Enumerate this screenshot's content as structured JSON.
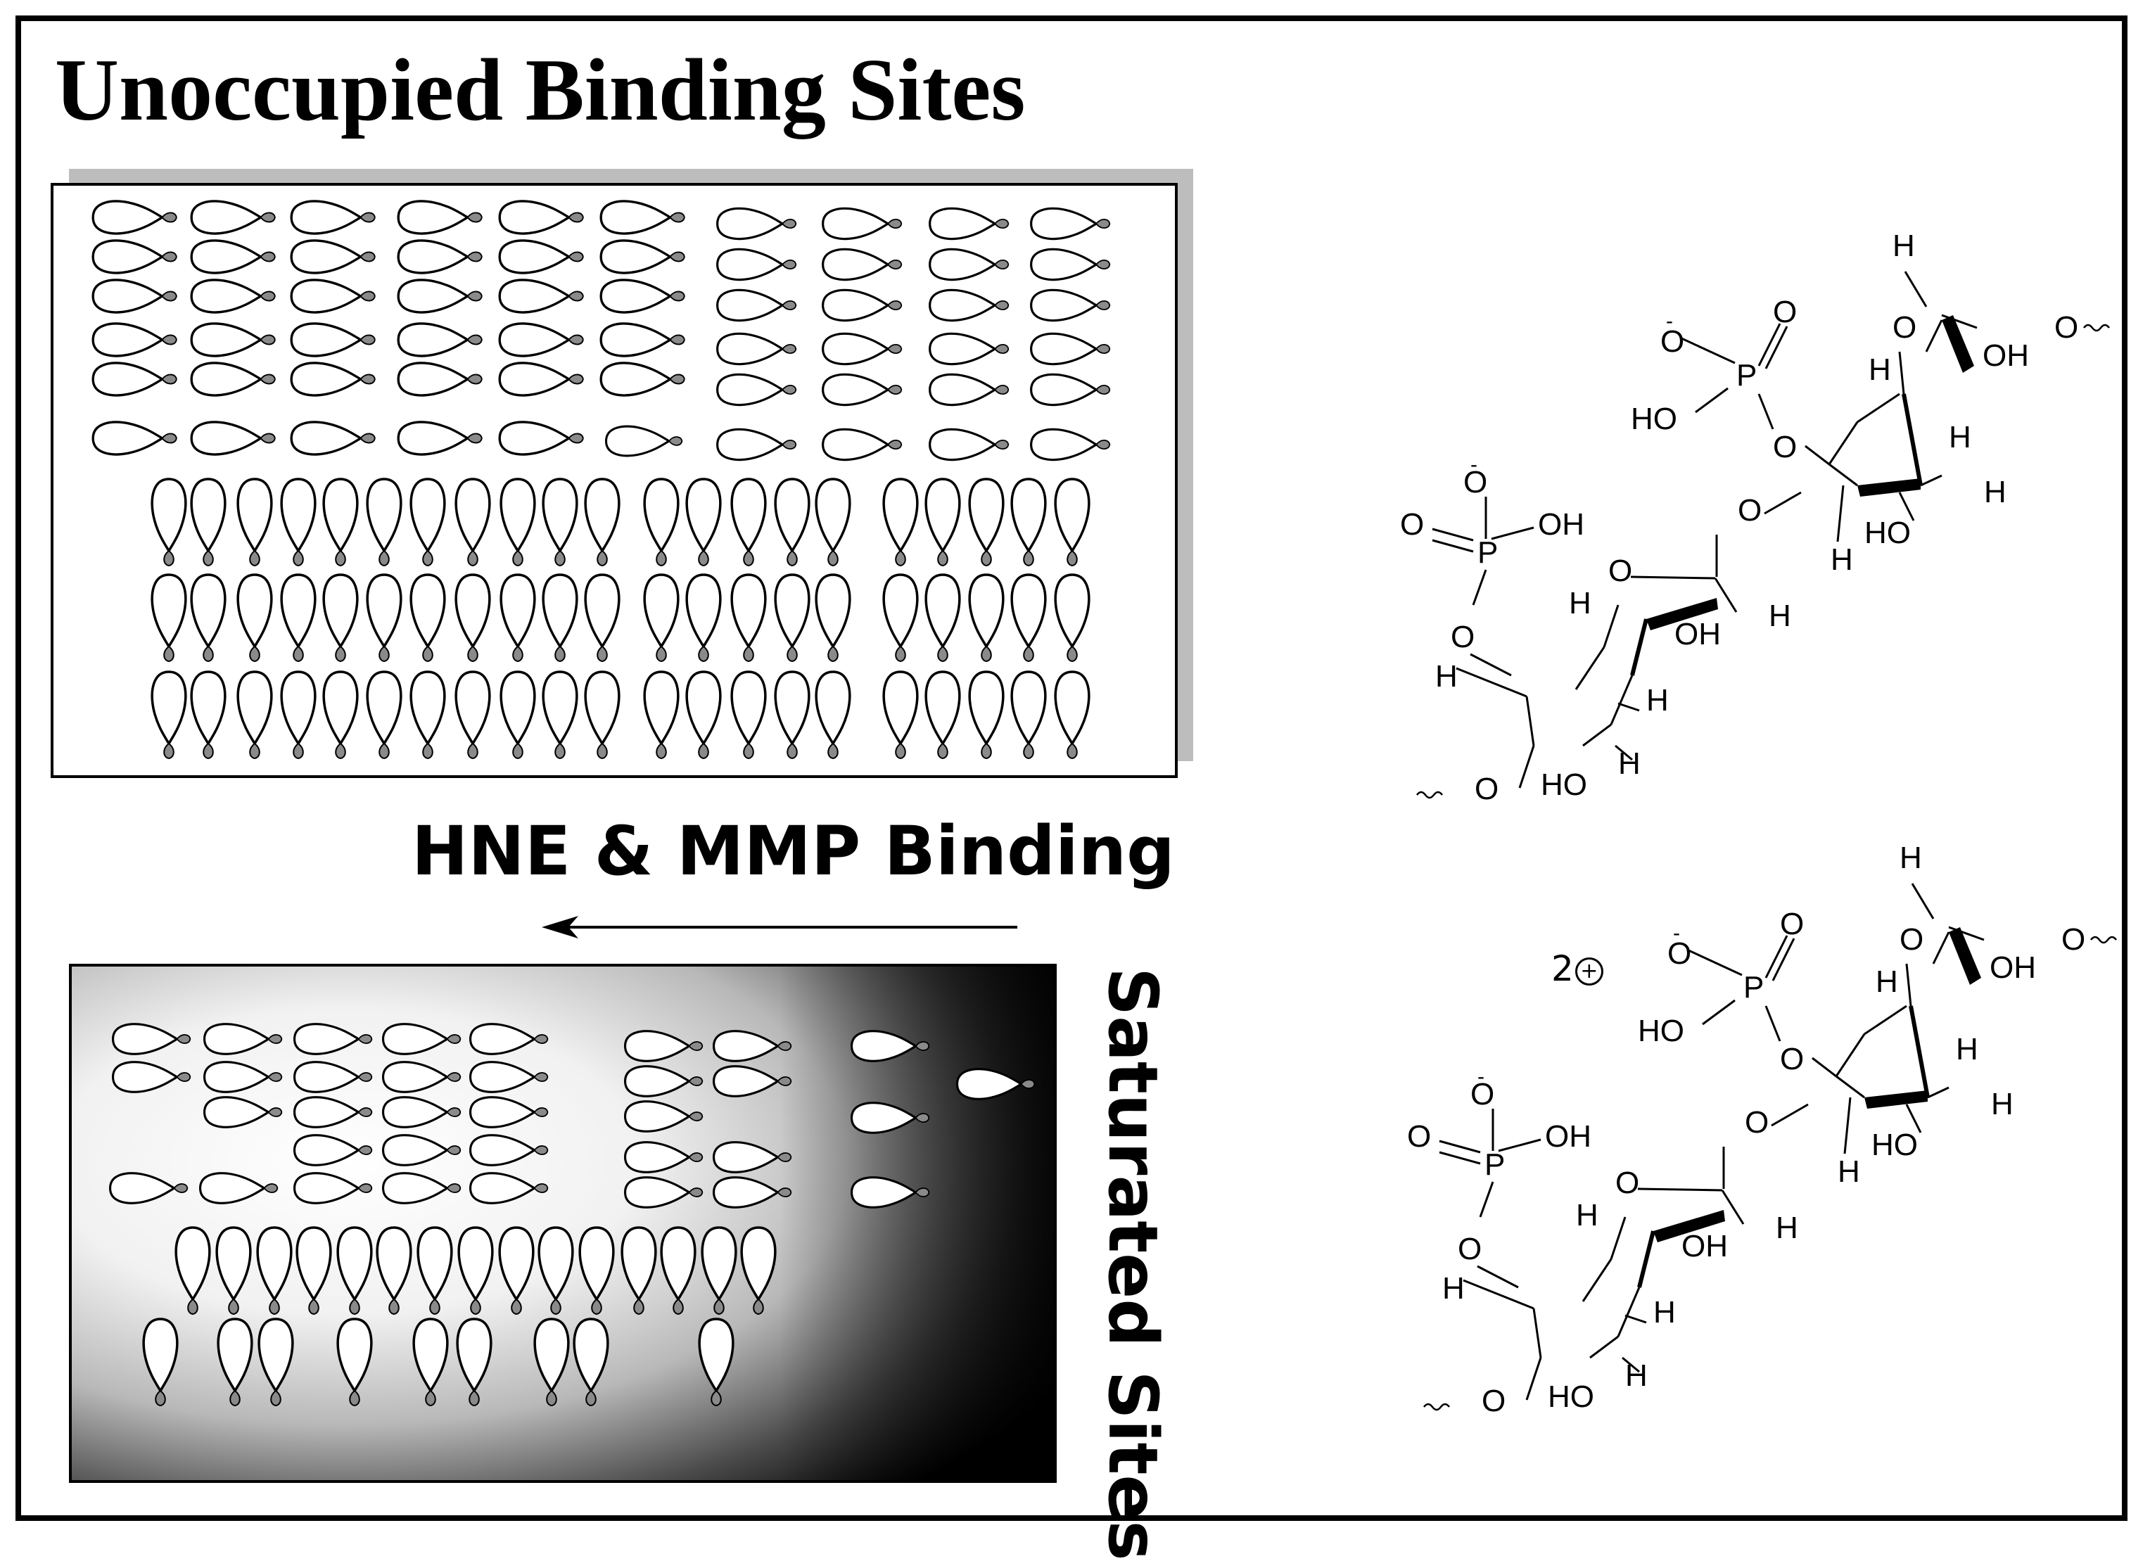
{
  "title": "Unoccupied Binding Sites",
  "arrow_label": "HNE & MMP Binding",
  "saturated_label": "Saturated Sites",
  "charge_label": "2",
  "charge_sign": "+",
  "colors": {
    "ink": "#000000",
    "panel_shadow": "#bdbdbd",
    "gradient_light": "#ffffff",
    "gradient_dark": "#000000"
  },
  "icons": [
    "lobe-shape-icon",
    "wavy-bond-icon",
    "arrow-left-icon"
  ],
  "structure": {
    "atoms": {
      "P": "P",
      "O": "O",
      "OH": "OH",
      "HO": "HO",
      "H": "H",
      "minus": "-"
    }
  }
}
